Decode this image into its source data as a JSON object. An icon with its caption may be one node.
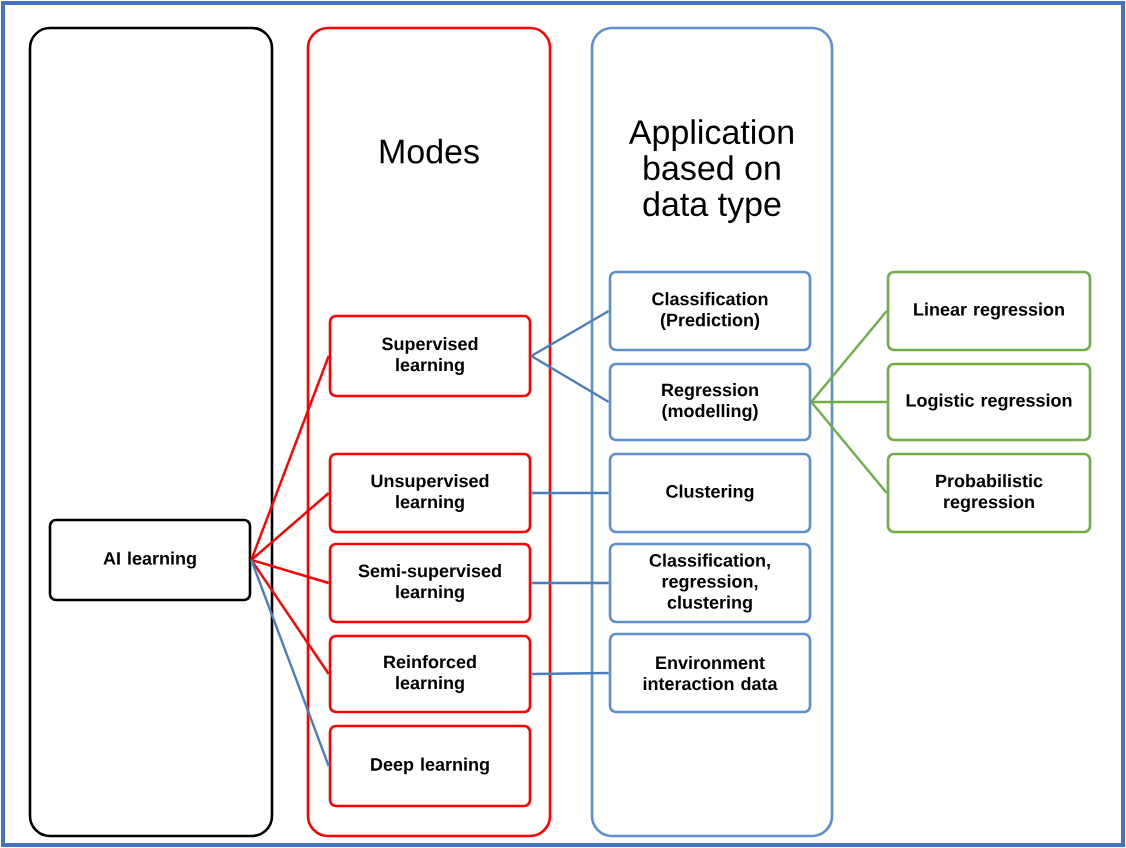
{
  "diagram": {
    "nodes": [
      {
        "text": [],
        "shape": "box"
      },
      {
        "text": [
          "AI learning"
        ],
        "in": 0
      },
      {
        "text": [
          "Modes"
        ]
      },
      {
        "text": [
          "Supervised learning"
        ],
        "in": 2
      },
      {
        "text": [
          "Unsupervised learning"
        ],
        "in": 2
      },
      {
        "text": [
          "Semi-supervised learning"
        ],
        "in": 2
      },
      {
        "text": [
          "Reinforced learning"
        ],
        "in": 2
      },
      {
        "text": [
          "Deep learning"
        ],
        "in": 2
      },
      {
        "text": [
          "Application based on data type"
        ]
      },
      {
        "text": [
          "Classification (Prediction)"
        ],
        "in": 8
      },
      {
        "text": [
          "Regression (modelling)"
        ],
        "in": 8
      },
      {
        "text": [
          "Clustering"
        ],
        "in": 8
      },
      {
        "text": [
          "Classification, regression, clustering"
        ],
        "in": 8
      },
      {
        "text": [
          "Environment interaction data"
        ],
        "in": 8
      },
      {
        "text": [
          "Linear regression"
        ]
      },
      {
        "text": [
          "Logistic regression"
        ]
      },
      {
        "text": [
          "Probabilistic regression"
        ]
      }
    ],
    "edges": [
      {
        "from": 1,
        "to": 3,
        "arrow": "none",
        "color": "#ff0000"
      },
      {
        "from": 1,
        "to": 4,
        "arrow": "none",
        "color": "#ff0000"
      },
      {
        "from": 1,
        "to": 5,
        "arrow": "none",
        "color": "#ff0000"
      },
      {
        "from": 1,
        "to": 6,
        "arrow": "none",
        "color": "#ff0000"
      },
      {
        "from": 1,
        "to": 7,
        "arrow": "none"
      },
      {
        "from": 3,
        "to": 9,
        "arrow": "none"
      },
      {
        "from": 3,
        "to": 10,
        "arrow": "none"
      },
      {
        "from": 4,
        "to": 11,
        "arrow": "none"
      },
      {
        "from": 5,
        "to": 12,
        "arrow": "none"
      },
      {
        "from": 6,
        "to": 13,
        "arrow": "none"
      },
      {
        "from": 10,
        "to": 14,
        "arrow": "none",
        "color": "#70ad47"
      },
      {
        "from": 10,
        "to": 15,
        "arrow": "none",
        "color": "#70ad47"
      },
      {
        "from": 10,
        "to": 16,
        "arrow": "none",
        "color": "#70ad47"
      }
    ]
  }
}
